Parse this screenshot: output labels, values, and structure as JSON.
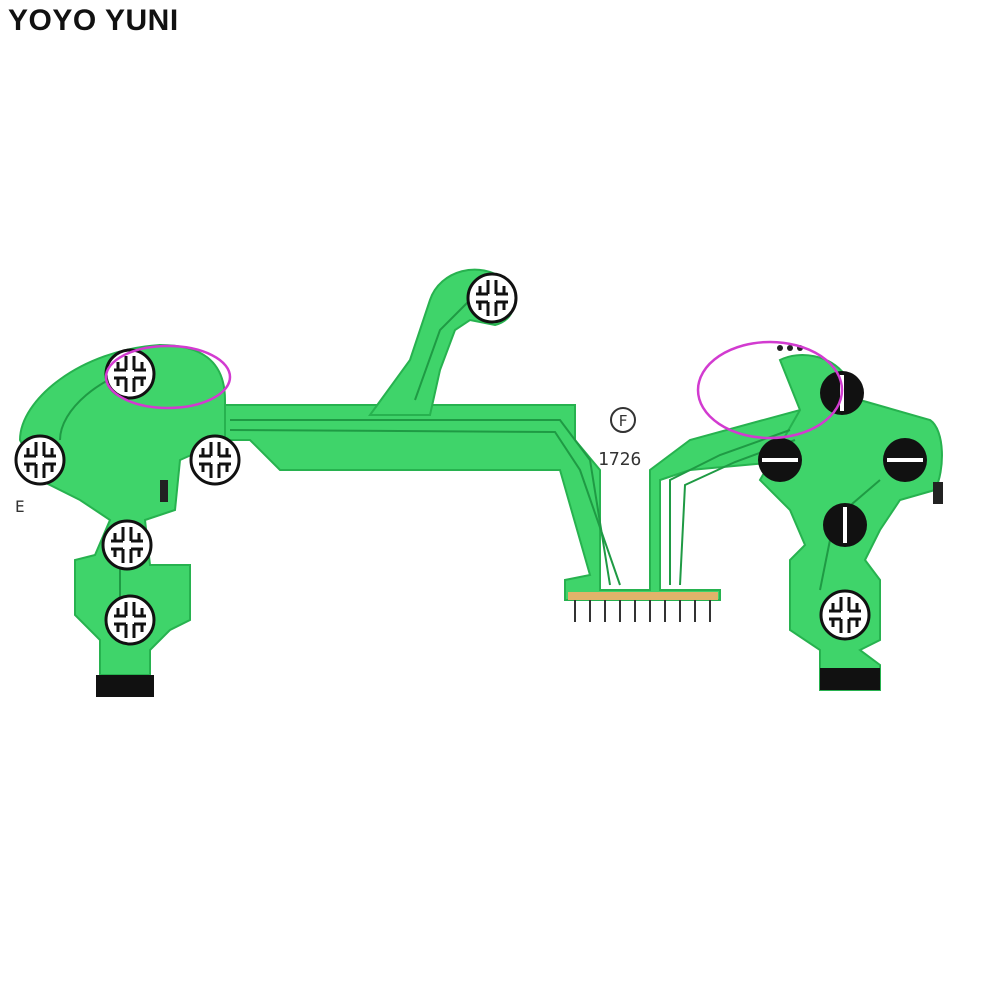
{
  "watermark": {
    "text": "YOYO YUNI"
  },
  "board": {
    "part_number": "1726",
    "logo_glyph": "F",
    "side_marker": "E",
    "color_substrate": "#3fd46a",
    "color_trace": "#2bbf55",
    "color_contact": "#111111",
    "color_highlight": "#d23bd0"
  }
}
